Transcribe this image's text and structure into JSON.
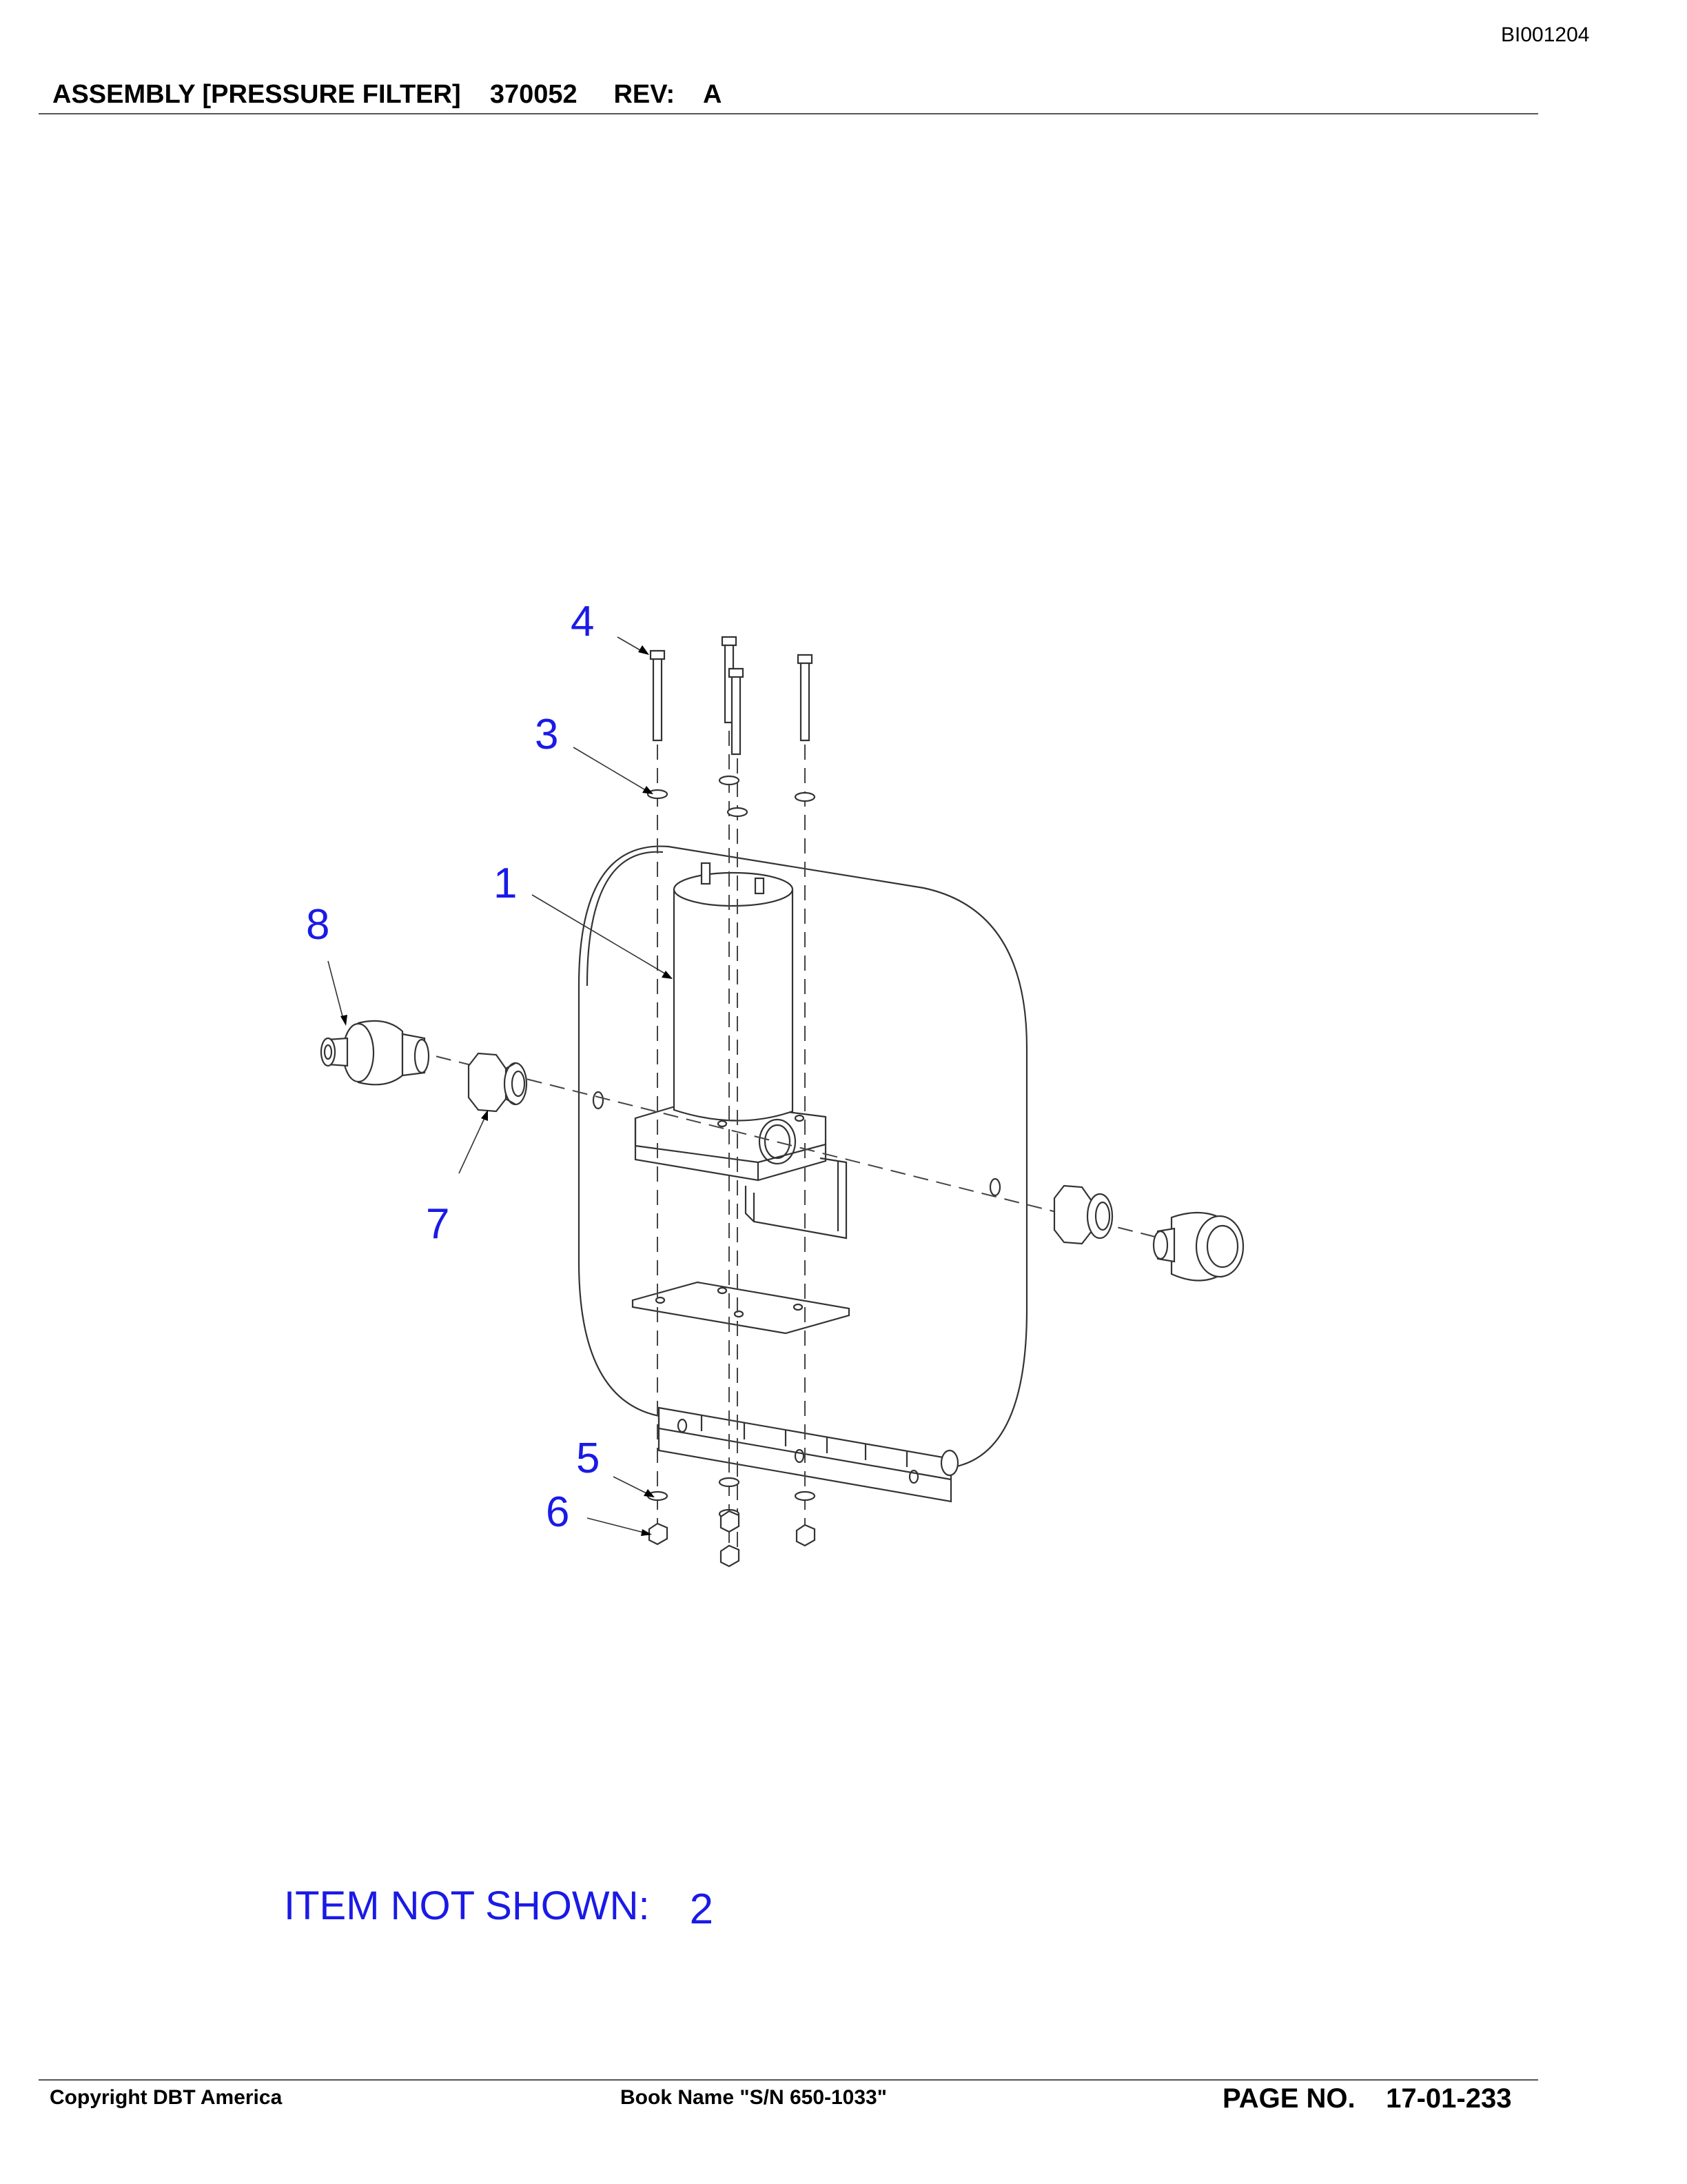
{
  "document": {
    "id": "BI001204",
    "title": "ASSEMBLY [PRESSURE FILTER]",
    "part_number": "370052",
    "rev_label": "REV:",
    "rev_value": "A"
  },
  "callouts": {
    "item1": "1",
    "item3": "3",
    "item4": "4",
    "item5": "5",
    "item6": "6",
    "item7": "7",
    "item8": "8"
  },
  "not_shown": {
    "label": "ITEM NOT SHOWN:",
    "items": "2"
  },
  "footer": {
    "copyright": "Copyright DBT America",
    "book_name": "Book Name \"S/N 650-1033\"",
    "page_label": "PAGE NO.",
    "page_value": "17-01-233"
  },
  "colors": {
    "callout_blue": "#1a1ae6",
    "line_gray": "#333333"
  }
}
